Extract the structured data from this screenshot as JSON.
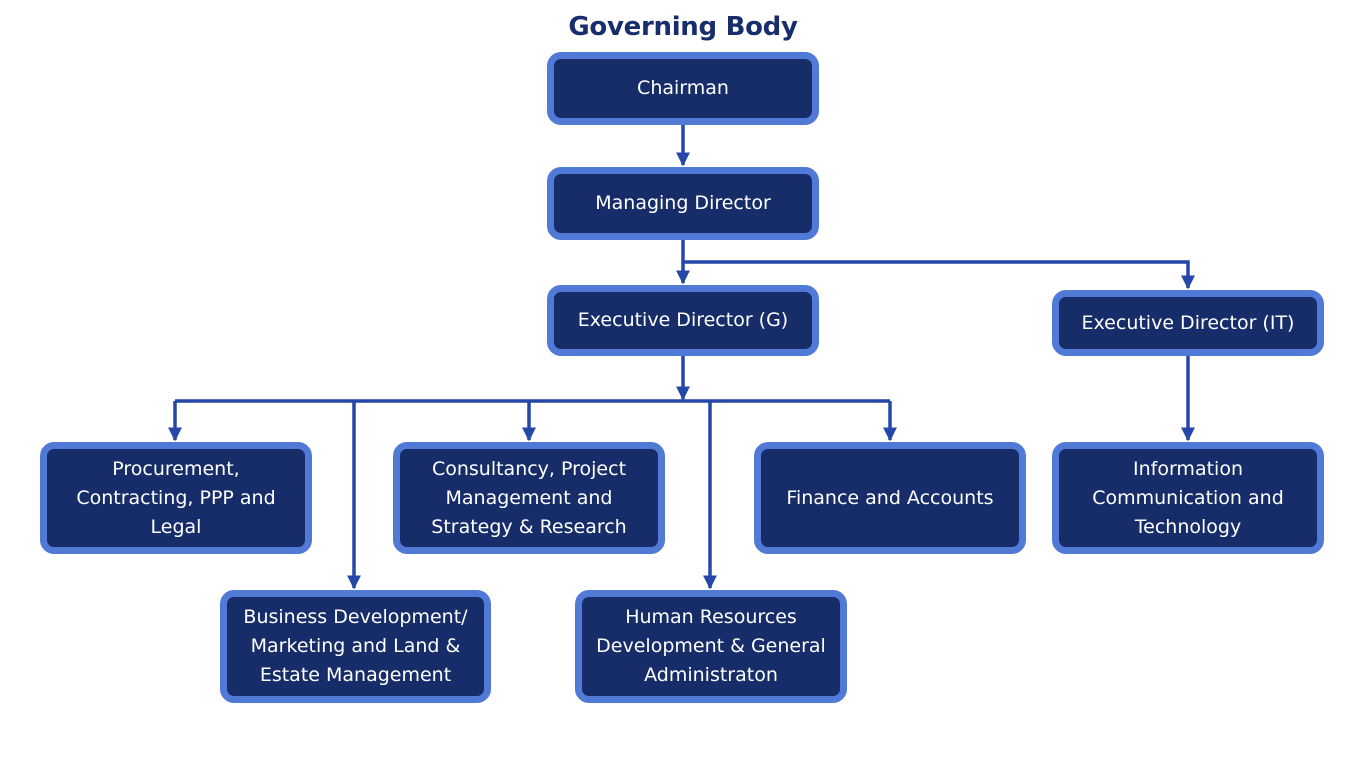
{
  "title": "Governing Body",
  "colors": {
    "box_fill": "#172d69",
    "box_border": "#5179d6",
    "line": "#2447a8",
    "title": "#182d6b"
  },
  "nodes": {
    "chairman": "Chairman",
    "managing_director": "Managing Director",
    "ed_g": "Executive Director (G)",
    "ed_it": "Executive Director (IT)",
    "procurement": "Procurement, Contracting, PPP and Legal",
    "consultancy": "Consultancy, Project Management and Strategy & Research",
    "finance": "Finance and Accounts",
    "ict": "Information Communication and Technology",
    "business_dev": "Business Development/ Marketing and Land & Estate Management",
    "hr": "Human Resources Development & General Administraton"
  }
}
